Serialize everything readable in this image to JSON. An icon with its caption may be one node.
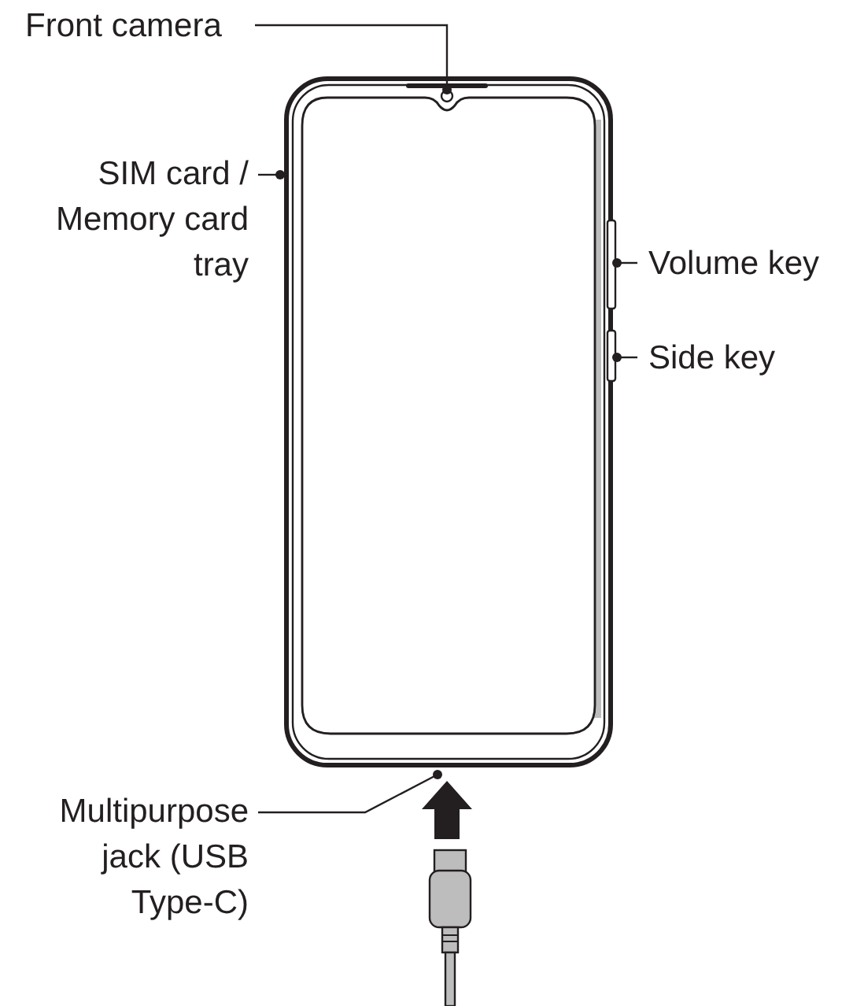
{
  "diagram": {
    "nodes": [
      {
        "text": [
          "Front camera"
        ]
      },
      {
        "text": [
          "SIM card / Memory card tray"
        ]
      },
      {
        "text": [
          "Volume key"
        ]
      },
      {
        "text": [
          "Side key"
        ]
      },
      {
        "text": [
          "Multipurpose jack (USB Type-C)"
        ]
      },
      {
        "text": [],
        "shape": "circle"
      },
      {
        "text": [],
        "shape": "bar"
      },
      {
        "text": [],
        "shape": "bar"
      }
    ],
    "edges": [
      {
        "from": 0,
        "to": 5,
        "arrow": "other"
      },
      {
        "from": 1,
        "to": null,
        "arrow": "other"
      },
      {
        "from": 2,
        "to": 6,
        "arrow": "other"
      },
      {
        "from": 3,
        "to": 7,
        "arrow": "other"
      },
      {
        "from": 4,
        "to": null,
        "arrow": "other"
      }
    ]
  }
}
